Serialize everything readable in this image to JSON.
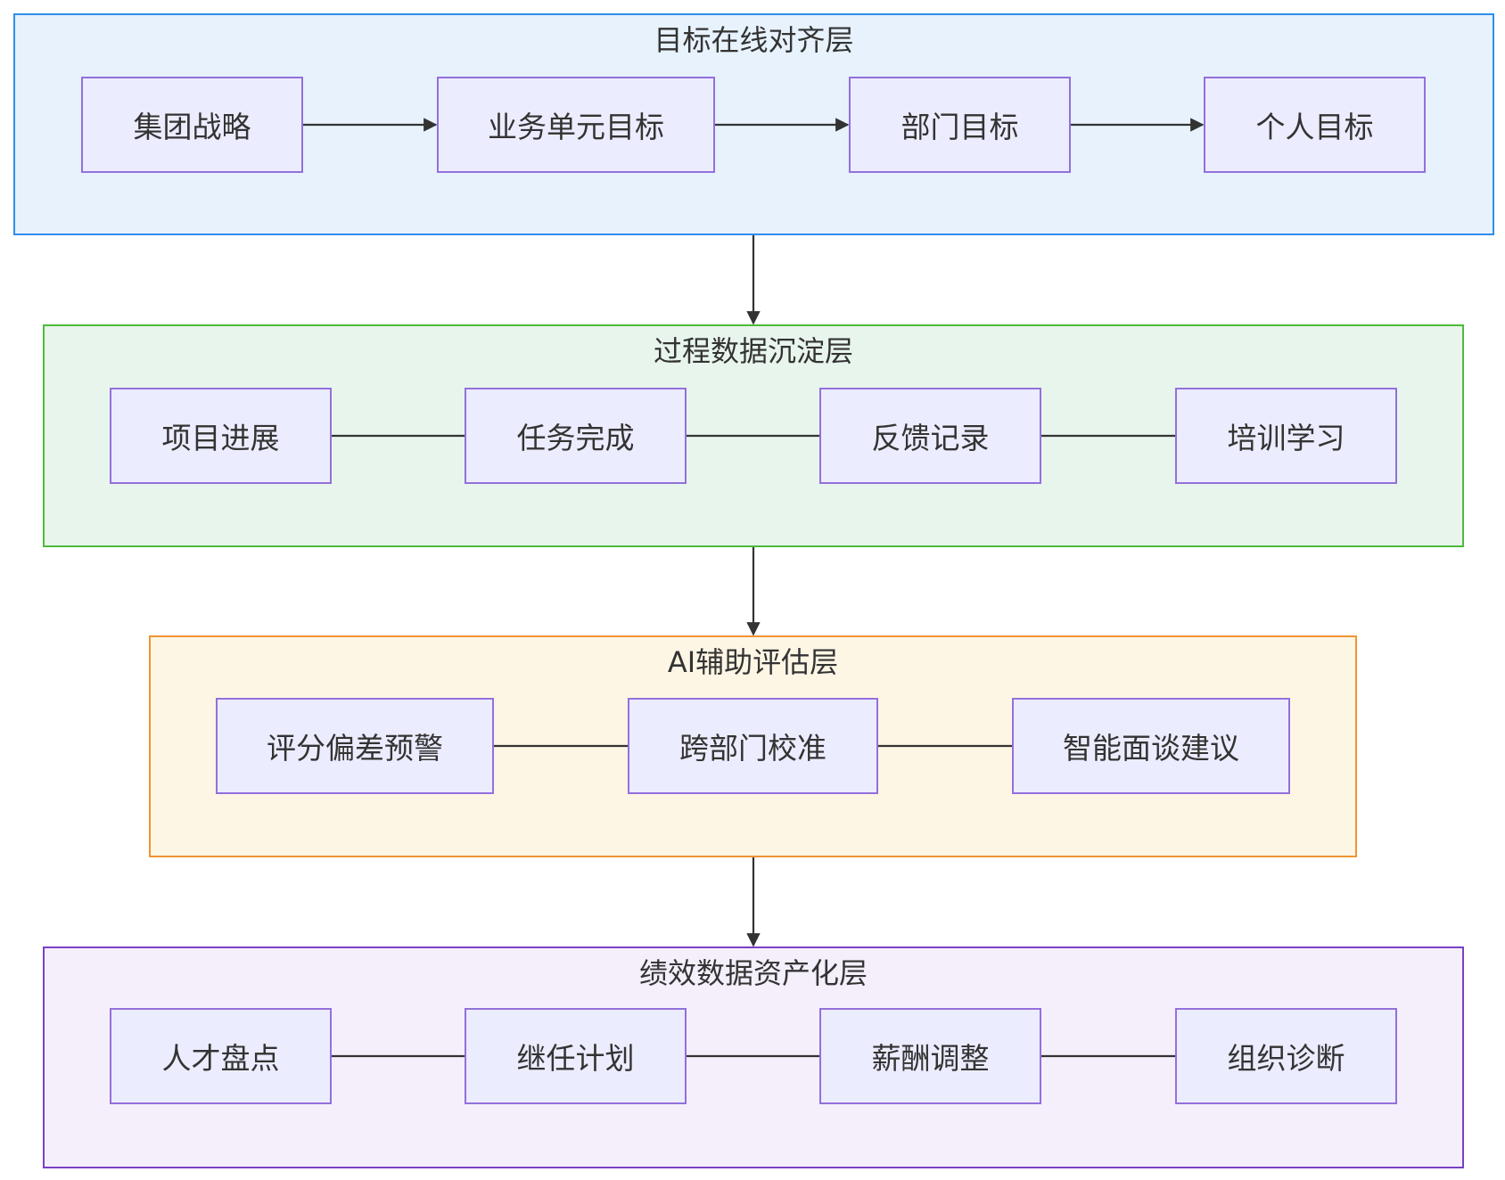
{
  "colors": {
    "node_fill": "#ECECFF",
    "node_border": "#9370DB",
    "edge": "#333333",
    "text": "#333333"
  },
  "layers": [
    {
      "title": "目标在线对齐层",
      "fill": "#E7F2FC",
      "border": "#2E8FEA",
      "nodes": [
        "集团战略",
        "业务单元目标",
        "部门目标",
        "个人目标"
      ],
      "links": "arrow"
    },
    {
      "title": "过程数据沉淀层",
      "fill": "#E8F5EC",
      "border": "#4CBB3A",
      "nodes": [
        "项目进展",
        "任务完成",
        "反馈记录",
        "培训学习"
      ],
      "links": "line"
    },
    {
      "title": "AI辅助评估层",
      "fill": "#FEF6E5",
      "border": "#F09432",
      "nodes": [
        "评分偏差预警",
        "跨部门校准",
        "智能面谈建议"
      ],
      "links": "line"
    },
    {
      "title": "绩效数据资产化层",
      "fill": "#F5EFFC",
      "border": "#7B3FC6",
      "nodes": [
        "人才盘点",
        "继任计划",
        "薪酬调整",
        "组织诊断"
      ],
      "links": "line"
    }
  ],
  "layer_links": [
    {
      "from": "目标在线对齐层",
      "to": "过程数据沉淀层",
      "type": "arrow"
    },
    {
      "from": "过程数据沉淀层",
      "to": "AI辅助评估层",
      "type": "arrow"
    },
    {
      "from": "AI辅助评估层",
      "to": "绩效数据资产化层",
      "type": "arrow"
    }
  ]
}
